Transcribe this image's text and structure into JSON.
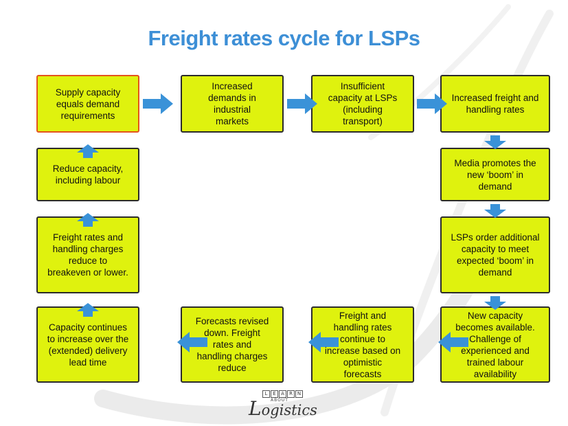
{
  "title": "Freight rates cycle for LSPs",
  "nodes": [
    {
      "id": "n1",
      "lines": [
        "Supply capacity",
        "equals demand",
        "requirements"
      ],
      "start": true
    },
    {
      "id": "n2",
      "lines": [
        "Increased",
        "demands in",
        "industrial",
        "markets"
      ]
    },
    {
      "id": "n3",
      "lines": [
        "Insufficient",
        "capacity at LSPs",
        "(including",
        "transport)"
      ]
    },
    {
      "id": "n4",
      "lines": [
        "Increased freight and",
        "handling rates"
      ]
    },
    {
      "id": "n5",
      "lines": [
        "Media promotes the",
        "new ‘boom’ in",
        "demand"
      ]
    },
    {
      "id": "n6",
      "lines": [
        "LSPs order additional",
        "capacity to meet",
        "expected ‘boom’ in",
        "demand"
      ]
    },
    {
      "id": "n7",
      "lines": [
        "New capacity",
        "becomes available.",
        "Challenge of",
        "experienced and",
        "trained labour",
        "availability"
      ]
    },
    {
      "id": "n8",
      "lines": [
        "Freight and",
        "handling rates",
        "continue to",
        "increase based on",
        "optimistic",
        "forecasts"
      ]
    },
    {
      "id": "n9",
      "lines": [
        "Forecasts revised",
        "down. Freight",
        "rates and",
        "handling charges",
        "reduce"
      ]
    },
    {
      "id": "n10",
      "lines": [
        "Capacity continues",
        "to increase over the",
        "(extended) delivery",
        "lead time"
      ]
    },
    {
      "id": "n11",
      "lines": [
        "Freight rates and",
        "handling charges",
        "reduce to",
        "breakeven or lower."
      ]
    },
    {
      "id": "n12",
      "lines": [
        "Reduce capacity,",
        "including  labour"
      ]
    }
  ],
  "logo": {
    "letters": [
      "L",
      "E",
      "A",
      "R",
      "N"
    ],
    "about": "ABOUT",
    "word": "ogistics",
    "initial": "L"
  },
  "colors": {
    "title": "#3d8fd6",
    "box_fill": "#dff20e",
    "box_border": "#2b2b2b",
    "start_border": "#e3541c",
    "arrow": "#3a92d8"
  }
}
